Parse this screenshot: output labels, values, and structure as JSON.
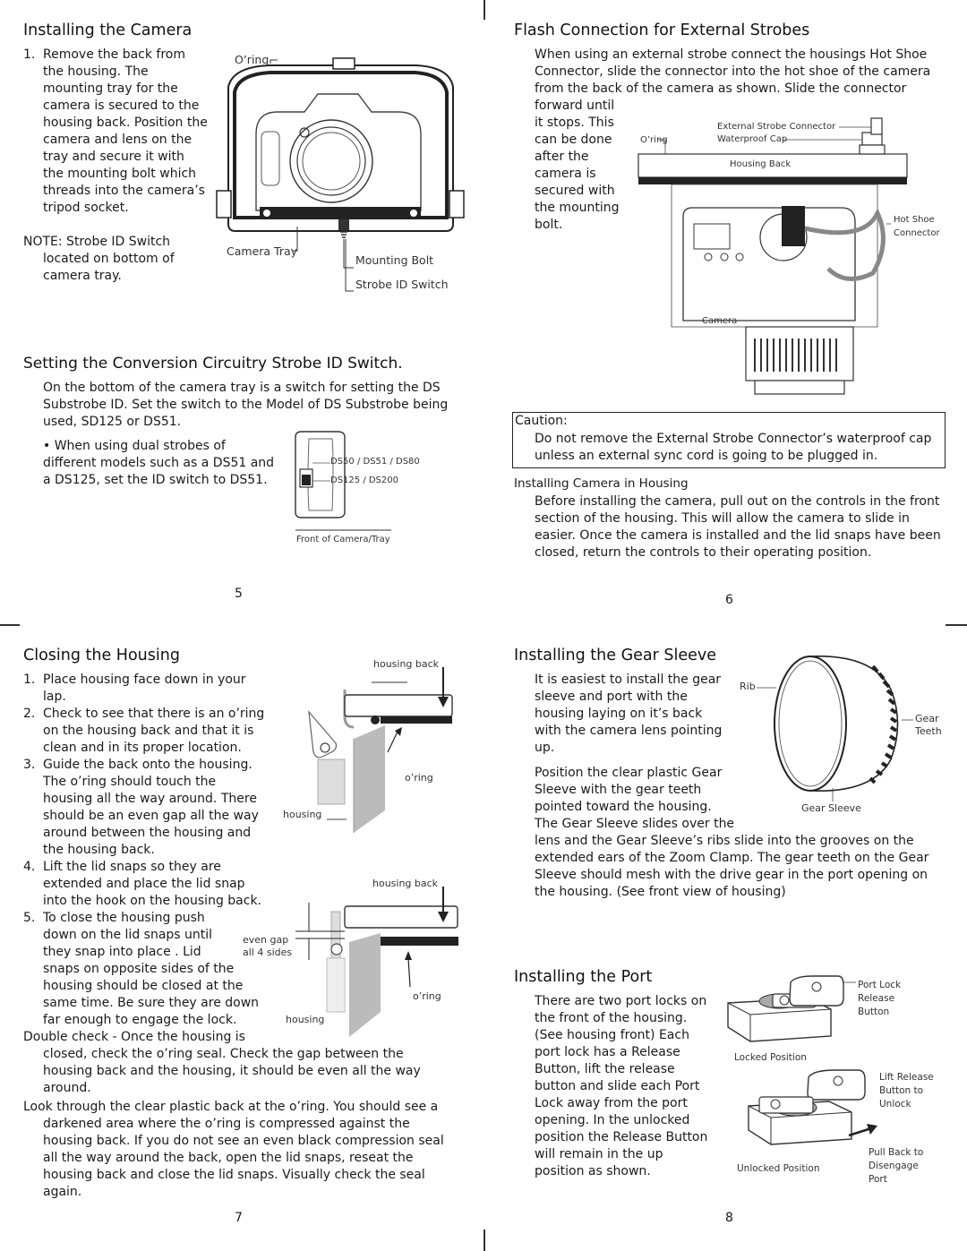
{
  "page5": {
    "title_camera": "Installing the Camera",
    "camera_steps": [
      {
        "num": "1.",
        "lines": [
          "Remove the back from",
          "the housing. The",
          "mounting tray for the",
          "camera is secured to the",
          "housing back. Position the",
          "camera and lens on the",
          "tray and secure it with",
          "the mounting bolt which",
          "threads into the camera’s",
          "tripod socket."
        ]
      }
    ],
    "note_label": "NOTE:",
    "note_lines": [
      " Strobe ID Switch",
      "located on bottom of",
      "camera tray."
    ],
    "fig_labels": {
      "oring": "O’ring",
      "camera_tray": "Camera Tray",
      "mounting_bolt": "Mounting Bolt",
      "strobe_id_switch": "Strobe ID Switch"
    },
    "title_strobe_id": "Setting the Conversion Circuitry Strobe ID Switch.",
    "strobe_id_para": [
      "On the bottom of the camera tray is a switch for setting the DS",
      "Substrobe ID. Set the switch to the Model of DS Substrobe being",
      "used, SD125 or DS51."
    ],
    "bullet_lines": [
      "• When using dual strobes of",
      "different models such as a DS51 and",
      "a DS125, set the ID switch to DS51."
    ],
    "switch_labels": {
      "top": "DS50 / DS51 / DS80",
      "bottom": "DS125 / DS200",
      "caption": "Front of Camera/Tray"
    },
    "page_number": "5"
  },
  "page6": {
    "title_flash": "Flash Connection for External Strobes",
    "flash_para_full": [
      "When using an external strobe connect the housings Hot Shoe",
      "Connector, slide the connector into the hot shoe of the camera",
      "from the back of the camera as shown. Slide the connector"
    ],
    "flash_para_narrow": [
      "forward until",
      "it stops. This",
      "can be done",
      "after the",
      "camera is",
      "secured with",
      "the mounting",
      "bolt."
    ],
    "fig_labels": {
      "external_strobe_connector": "External Strobe Connector",
      "oring": "O’ring",
      "waterproof_cap": "Waterproof Cap",
      "housing_back": "Housing Back",
      "hot_shoe_connector_1": "Hot Shoe",
      "hot_shoe_connector_2": "Connector",
      "camera": "Camera"
    },
    "caution_title": "Caution:",
    "caution_lines": [
      "Do not remove the External Strobe Connector’s waterproof cap",
      "unless an external sync cord is going to be plugged in."
    ],
    "install_housing_title": "Installing Camera in Housing",
    "install_housing_lines": [
      "Before installing the camera, pull out on the controls in the front",
      "section of the housing. This will allow the camera to slide in",
      "easier. Once the camera is installed and the lid snaps have been",
      "closed, return the controls to their operating position."
    ],
    "page_number": "6"
  },
  "page7": {
    "title_closing": "Closing the Housing",
    "steps": [
      {
        "num": "1.",
        "lines": [
          "Place housing face down in your",
          "lap."
        ]
      },
      {
        "num": "2.",
        "lines": [
          "Check to see that there is an o’ring",
          "on the housing back and that it is",
          "clean and in its proper location."
        ]
      },
      {
        "num": "3.",
        "lines": [
          "Guide the back onto the housing.",
          "The o’ring should touch the",
          "housing all the way around. There",
          "should be an even gap all the way",
          "around between the housing and",
          "the housing back."
        ]
      },
      {
        "num": "4.",
        "lines": [
          "Lift the lid snaps so they are",
          "extended and place the lid snap",
          "into the hook on the housing back."
        ]
      },
      {
        "num": "5.",
        "lines": [
          "To close the housing push",
          "down on the lid snaps until",
          "they snap into place . Lid",
          "snaps on opposite sides of the",
          "housing should be closed at the",
          "same time. Be sure they are down",
          "far enough to engage the lock."
        ]
      }
    ],
    "double_check_label": "Double check",
    "double_check_text": " - Once the housing is",
    "double_check_lines": [
      "closed, check the o’ring seal. Check the gap between the",
      "housing back and the housing, it should be even all the way",
      "around."
    ],
    "look_lines": [
      "Look through the clear plastic back at the o’ring. You should see a",
      "darkened area where the o’ring is compressed against the",
      "housing back. If you do not see an even black compression seal",
      "all the way around the back, open the lid snaps, reseat the",
      "housing back and close the lid snaps. Visually check the seal again."
    ],
    "fig_labels": {
      "housing_back_1": "housing back",
      "oring_1": "o’ring",
      "housing_1": "housing",
      "housing_back_2": "housing back",
      "even_gap": "even gap",
      "all_4_sides": "all 4 sides",
      "oring_2": "o’ring",
      "housing_2": "housing"
    },
    "page_number": "7"
  },
  "page8": {
    "title_gear": "Installing the Gear Sleeve",
    "gear_para1": [
      "It is easiest to install the gear",
      "sleeve and port with the",
      "housing laying on it’s back",
      "with the camera lens pointing",
      "up."
    ],
    "gear_para2": [
      "Position the clear plastic Gear",
      "Sleeve with the gear teeth",
      "pointed toward the housing.",
      "The Gear Sleeve slides over the"
    ],
    "gear_para3": [
      "lens and the Gear Sleeve’s ribs slide into the grooves on the",
      "extended ears of the Zoom Clamp. The gear teeth on the Gear",
      "Sleeve should mesh with the drive gear in the port opening on",
      "the housing. (See front view of housing)"
    ],
    "gear_fig": {
      "rib": "Rib",
      "gear": "Gear",
      "teeth": "Teeth",
      "gear_sleeve": "Gear Sleeve"
    },
    "title_port": "Installing the Port",
    "port_lines": [
      "There are two port locks on",
      "the front of the housing.",
      "(See housing front) Each",
      "port lock has a Release",
      "Button, lift the release",
      "button and slide each Port",
      "Lock away from the port",
      "opening. In the unlocked",
      "position the Release Button",
      "will remain in the up",
      "position as shown."
    ],
    "port_fig": {
      "port_lock": [
        "Port Lock",
        "Release",
        "Button"
      ],
      "locked_position": "Locked Position",
      "lift_release": [
        "Lift Release",
        "Button to",
        "Unlock"
      ],
      "unlocked_position": "Unlocked Position",
      "pull_back": [
        "Pull Back to",
        "Disengage",
        "Port"
      ]
    },
    "page_number": "8"
  }
}
